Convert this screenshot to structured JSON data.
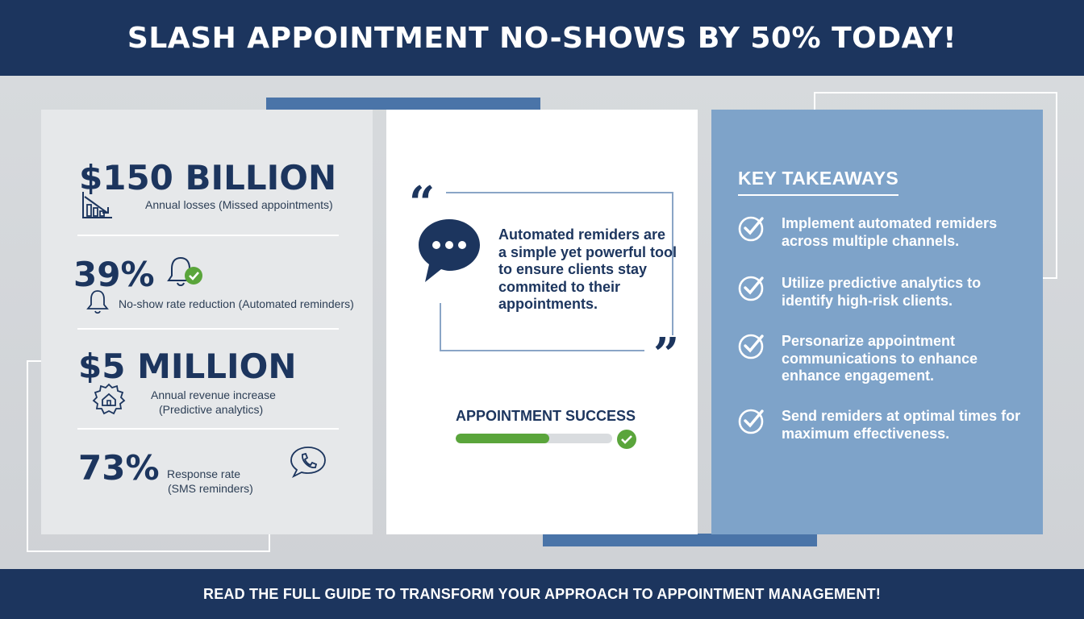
{
  "header": {
    "title": "SLASH APPOINTMENT NO-SHOWS BY 50% TODAY!"
  },
  "stats": [
    {
      "value": "$150 BILLION",
      "label": "Annual losses (Missed appointments)",
      "icon": "chart-down-icon"
    },
    {
      "value": "39%",
      "label": "No-show rate reduction (Automated reminders)",
      "icon": "bell-check-icon"
    },
    {
      "value": "$5 MILLION",
      "label_line1": "Annual revenue increase",
      "label_line2": "(Predictive analytics)",
      "icon": "gear-house-icon"
    },
    {
      "value": "73%",
      "label_line1": "Response rate",
      "label_line2": "(SMS reminders)",
      "icon": "phone-bubble-icon"
    }
  ],
  "quote": {
    "open_mark": "“",
    "close_mark": "”",
    "text": "Automated remiders are a simple yet powerful tool to ensure clients stay commited to their appointments.",
    "icon": "chat-bubble-icon"
  },
  "success": {
    "label": "APPOINTMENT SUCCESS",
    "progress": 0.6,
    "icon": "check-icon"
  },
  "takeaways": {
    "title": "KEY TAKEAWAYS",
    "items": [
      "Implement automated remiders across multiple channels.",
      "Utilize predictive analytics to identify high-risk clients.",
      "Personarize appointment communications to enhance enhance engagement.",
      "Send remiders at optimal times for maximum effectiveness."
    ]
  },
  "footer": {
    "cta": "READ THE FULL GUIDE TO TRANSFORM YOUR APPROACH TO APPOINTMENT MANAGEMENT!"
  },
  "colors": {
    "navy": "#1c355e",
    "accent_blue": "#4a74a8",
    "panel_blue": "#7ea3c9",
    "green": "#5aa53b"
  }
}
